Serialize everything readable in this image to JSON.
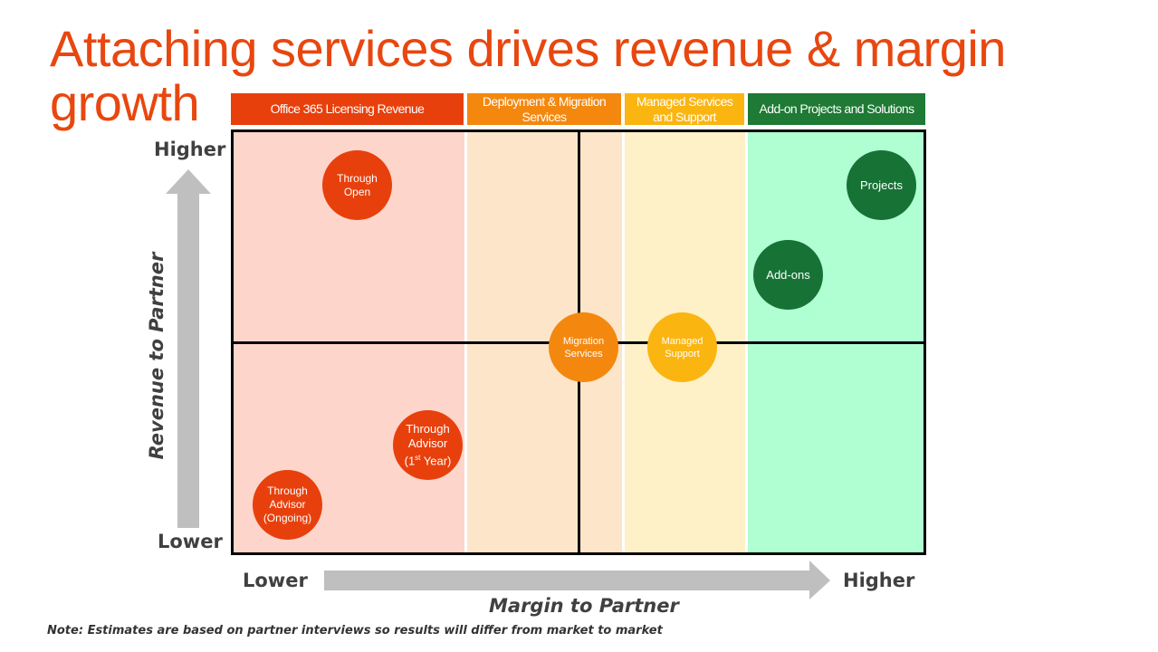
{
  "title": "Attaching services drives revenue & margin growth",
  "columns": [
    {
      "label": "Office 365 Licensing Revenue",
      "color": "#e8400c",
      "band_color": "#fdd5cb"
    },
    {
      "label": "Deployment & Migration Services",
      "color": "#f4880f",
      "band_color": "#fde5ca"
    },
    {
      "label": "Managed Services and Support",
      "color": "#fbb511",
      "band_color": "#fef0c7"
    },
    {
      "label": "Add-on Projects and Solutions",
      "color": "#1e7a34",
      "band_color": "#b0ffd2"
    }
  ],
  "bubbles": [
    {
      "id": "through-open",
      "lines": [
        "Through",
        "Open"
      ],
      "color": "#e8400c"
    },
    {
      "id": "through-advisor-1st-year",
      "lines": [
        "Through",
        "Advisor",
        "(1st Year)"
      ],
      "color": "#e8400c"
    },
    {
      "id": "through-advisor-ongoing",
      "lines": [
        "Through",
        "Advisor",
        "(Ongoing)"
      ],
      "color": "#e8400c"
    },
    {
      "id": "migration-services",
      "lines": [
        "Migration",
        "Services"
      ],
      "color": "#f4880f"
    },
    {
      "id": "managed-support",
      "lines": [
        "Managed",
        "Support"
      ],
      "color": "#fbb511"
    },
    {
      "id": "add-ons",
      "lines": [
        "Add-ons"
      ],
      "color": "#177236"
    },
    {
      "id": "projects",
      "lines": [
        "Projects"
      ],
      "color": "#177236"
    }
  ],
  "y_axis": {
    "title": "Revenue to Partner",
    "high": "Higher",
    "low": "Lower"
  },
  "x_axis": {
    "title": "Margin to Partner",
    "high": "Higher",
    "low": "Lower"
  },
  "note": "Note: Estimates are based on partner interviews so results will differ from market to market",
  "colors": {
    "title": "#e8470f",
    "arrow": "#bfbfbf",
    "axis_text": "#404040"
  }
}
